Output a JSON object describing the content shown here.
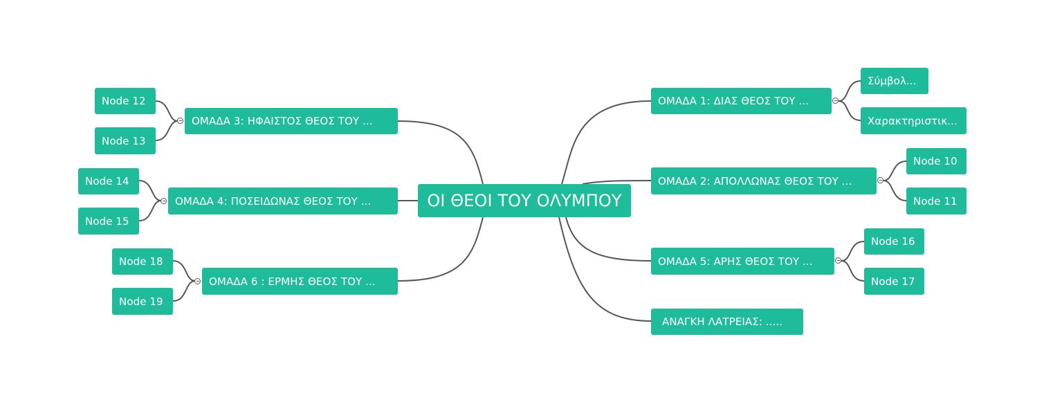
{
  "mindmap": {
    "root": {
      "label": "ΟΙ ΘΕΟΙ ΤΟΥ ΟΛΥΜΠΟΥ"
    },
    "branches": [
      {
        "label": "ΟΜΑΔΑ 1: ΔΙΑΣ ΘΕΟΣ ΤΟΥ ...",
        "children": [
          "Σύμβολ...",
          "Χαρακτηριστικ..."
        ]
      },
      {
        "label": "ΟΜΑΔΑ 2: ΑΠΟΛΛΩΝΑΣ ΘΕΟΣ ΤΟΥ ...",
        "children": [
          "Node 10",
          "Node 11"
        ]
      },
      {
        "label": "ΟΜΑΔΑ 5: ΑΡΗΣ ΘΕΟΣ ΤΟΥ ...",
        "children": [
          "Node 16",
          "Node 17"
        ]
      },
      {
        "label": "ΑΝΑΓΚΗ ΛΑΤΡΕΙΑΣ: .....",
        "children": []
      },
      {
        "label": "ΟΜΑΔΑ 3: ΗΦΑΙΣΤΟΣ ΘΕΟΣ ΤΟΥ ...",
        "children": [
          "Node 12",
          "Node 13"
        ]
      },
      {
        "label": "ΟΜΑΔΑ 4: ΠΟΣΕΙΔΩΝΑΣ ΘΕΟΣ ΤΟΥ ...",
        "children": [
          "Node 14",
          "Node 15"
        ]
      },
      {
        "label": "ΟΜΑΔΑ 6 : ΕΡΜΗΣ ΘΕΟΣ ΤΟΥ ...",
        "children": [
          "Node 18",
          "Node 19"
        ]
      }
    ]
  },
  "colors": {
    "node": "#1fbc9c",
    "text": "#ffffff",
    "line": "#555555"
  },
  "icons": {
    "collapse": "collapse-minus-icon"
  }
}
